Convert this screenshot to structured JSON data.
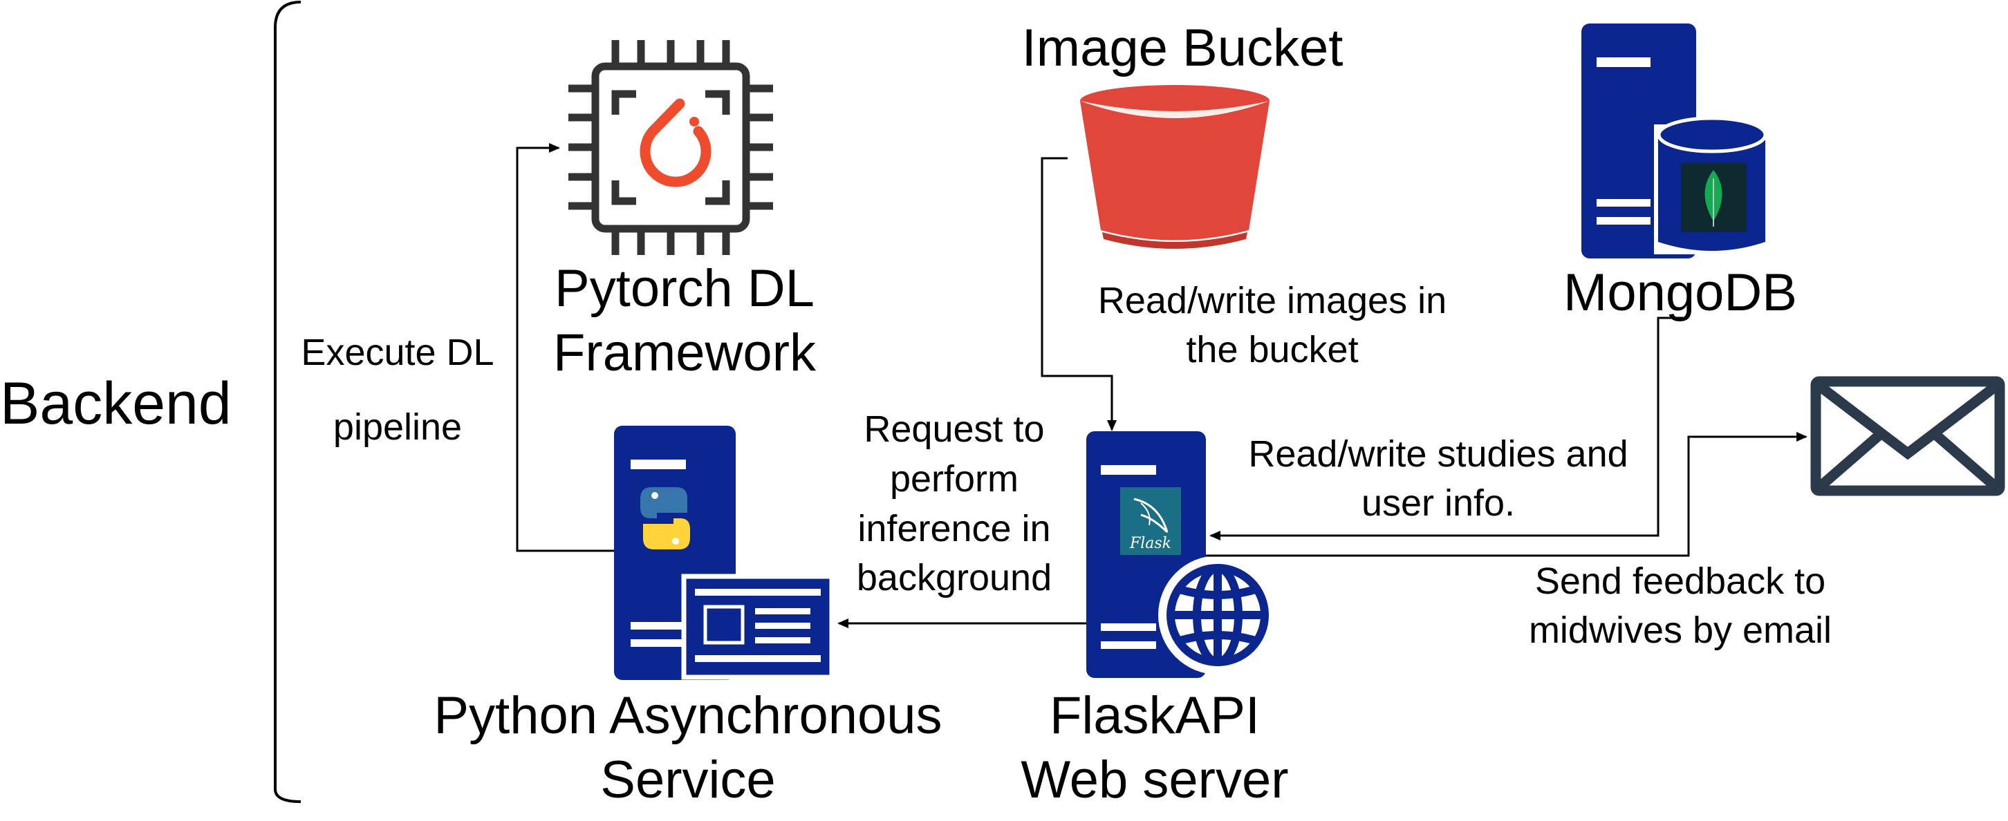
{
  "section_label": "Backend",
  "nodes": {
    "pytorch": {
      "label_line1": "Pytorch DL",
      "label_line2": "Framework",
      "icon": "cpu-chip-pytorch-icon"
    },
    "bucket": {
      "label": "Image Bucket",
      "icon": "storage-bucket-icon"
    },
    "mongodb": {
      "label": "MongoDB",
      "icon": "database-server-icon"
    },
    "email": {
      "icon": "envelope-icon"
    },
    "async_service": {
      "label_line1": "Python Asynchronous",
      "label_line2": "Service",
      "icon": "python-server-icon"
    },
    "flask": {
      "label_line1": "FlaskAPI",
      "label_line2": "Web server",
      "icon": "flask-server-globe-icon",
      "logo_text": "Flask"
    }
  },
  "edges": {
    "execute": {
      "line1": "Execute DL",
      "line2": "pipeline"
    },
    "bucket_rw": {
      "line1": "Read/write images in",
      "line2": "the bucket"
    },
    "inference": {
      "line1": "Request to",
      "line2": "perform",
      "line3": "inference in",
      "line4": "background"
    },
    "studies": {
      "line1": "Read/write studies and",
      "line2": "user info."
    },
    "feedback": {
      "line1": "Send feedback to",
      "line2": "midwives by email"
    }
  },
  "colors": {
    "server_blue": "#0c2690",
    "bucket_red": "#e0463a",
    "bucket_dark": "#c1362c",
    "chip_gray": "#333333",
    "pytorch_orange": "#ee4c2c",
    "python_blue": "#3776ab",
    "python_yellow": "#ffd43b",
    "mongo_green": "#13aa52",
    "mongo_panel": "#0f2a2e",
    "flask_panel": "#1a6f84",
    "envelope": "#2b3a4a"
  }
}
